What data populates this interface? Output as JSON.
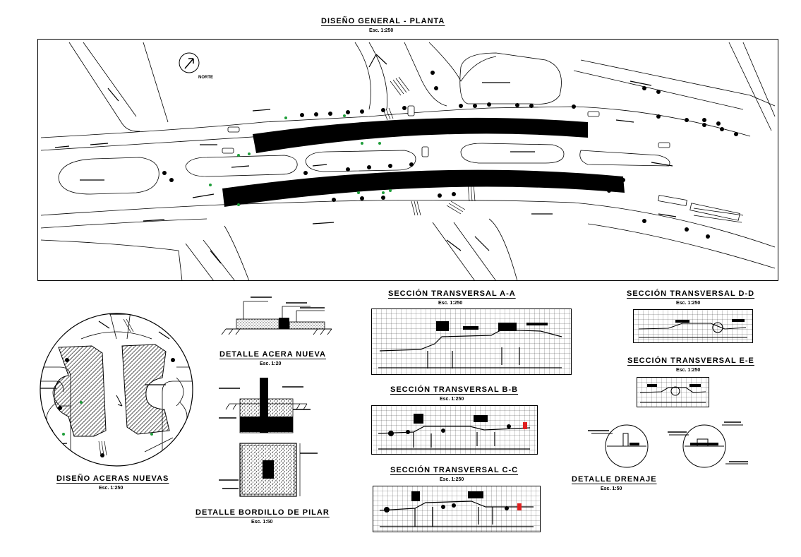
{
  "main": {
    "title": "DISEÑO GENERAL - PLANTA",
    "scale": "Esc. 1:250",
    "north_label": "NORTE"
  },
  "details": {
    "aceras_nuevas": {
      "title": "DISEÑO ACERAS NUEVAS",
      "scale": "Esc. 1:250"
    },
    "acera_nueva": {
      "title": "DETALLE ACERA NUEVA",
      "scale": "Esc. 1:20"
    },
    "bordillo_pilar": {
      "title": "DETALLE BORDILLO DE PILAR",
      "scale": "Esc. 1:50"
    },
    "drenaje": {
      "title": "DETALLE DRENAJE",
      "scale": "Esc. 1:50"
    }
  },
  "sections": [
    {
      "title": "SECCIÓN TRANSVERSAL A-A",
      "scale": "Esc. 1:250"
    },
    {
      "title": "SECCIÓN TRANSVERSAL B-B",
      "scale": "Esc. 1:250"
    },
    {
      "title": "SECCIÓN TRANSVERSAL C-C",
      "scale": "Esc. 1:250"
    },
    {
      "title": "SECCIÓN TRANSVERSAL D-D",
      "scale": "Esc. 1:250"
    },
    {
      "title": "SECCIÓN TRANSVERSAL E-E",
      "scale": "Esc. 1:250"
    }
  ],
  "colors": {
    "ink": "#000000",
    "tree": "#1f9e3a",
    "marker": "#e02020",
    "paper": "#ffffff"
  }
}
